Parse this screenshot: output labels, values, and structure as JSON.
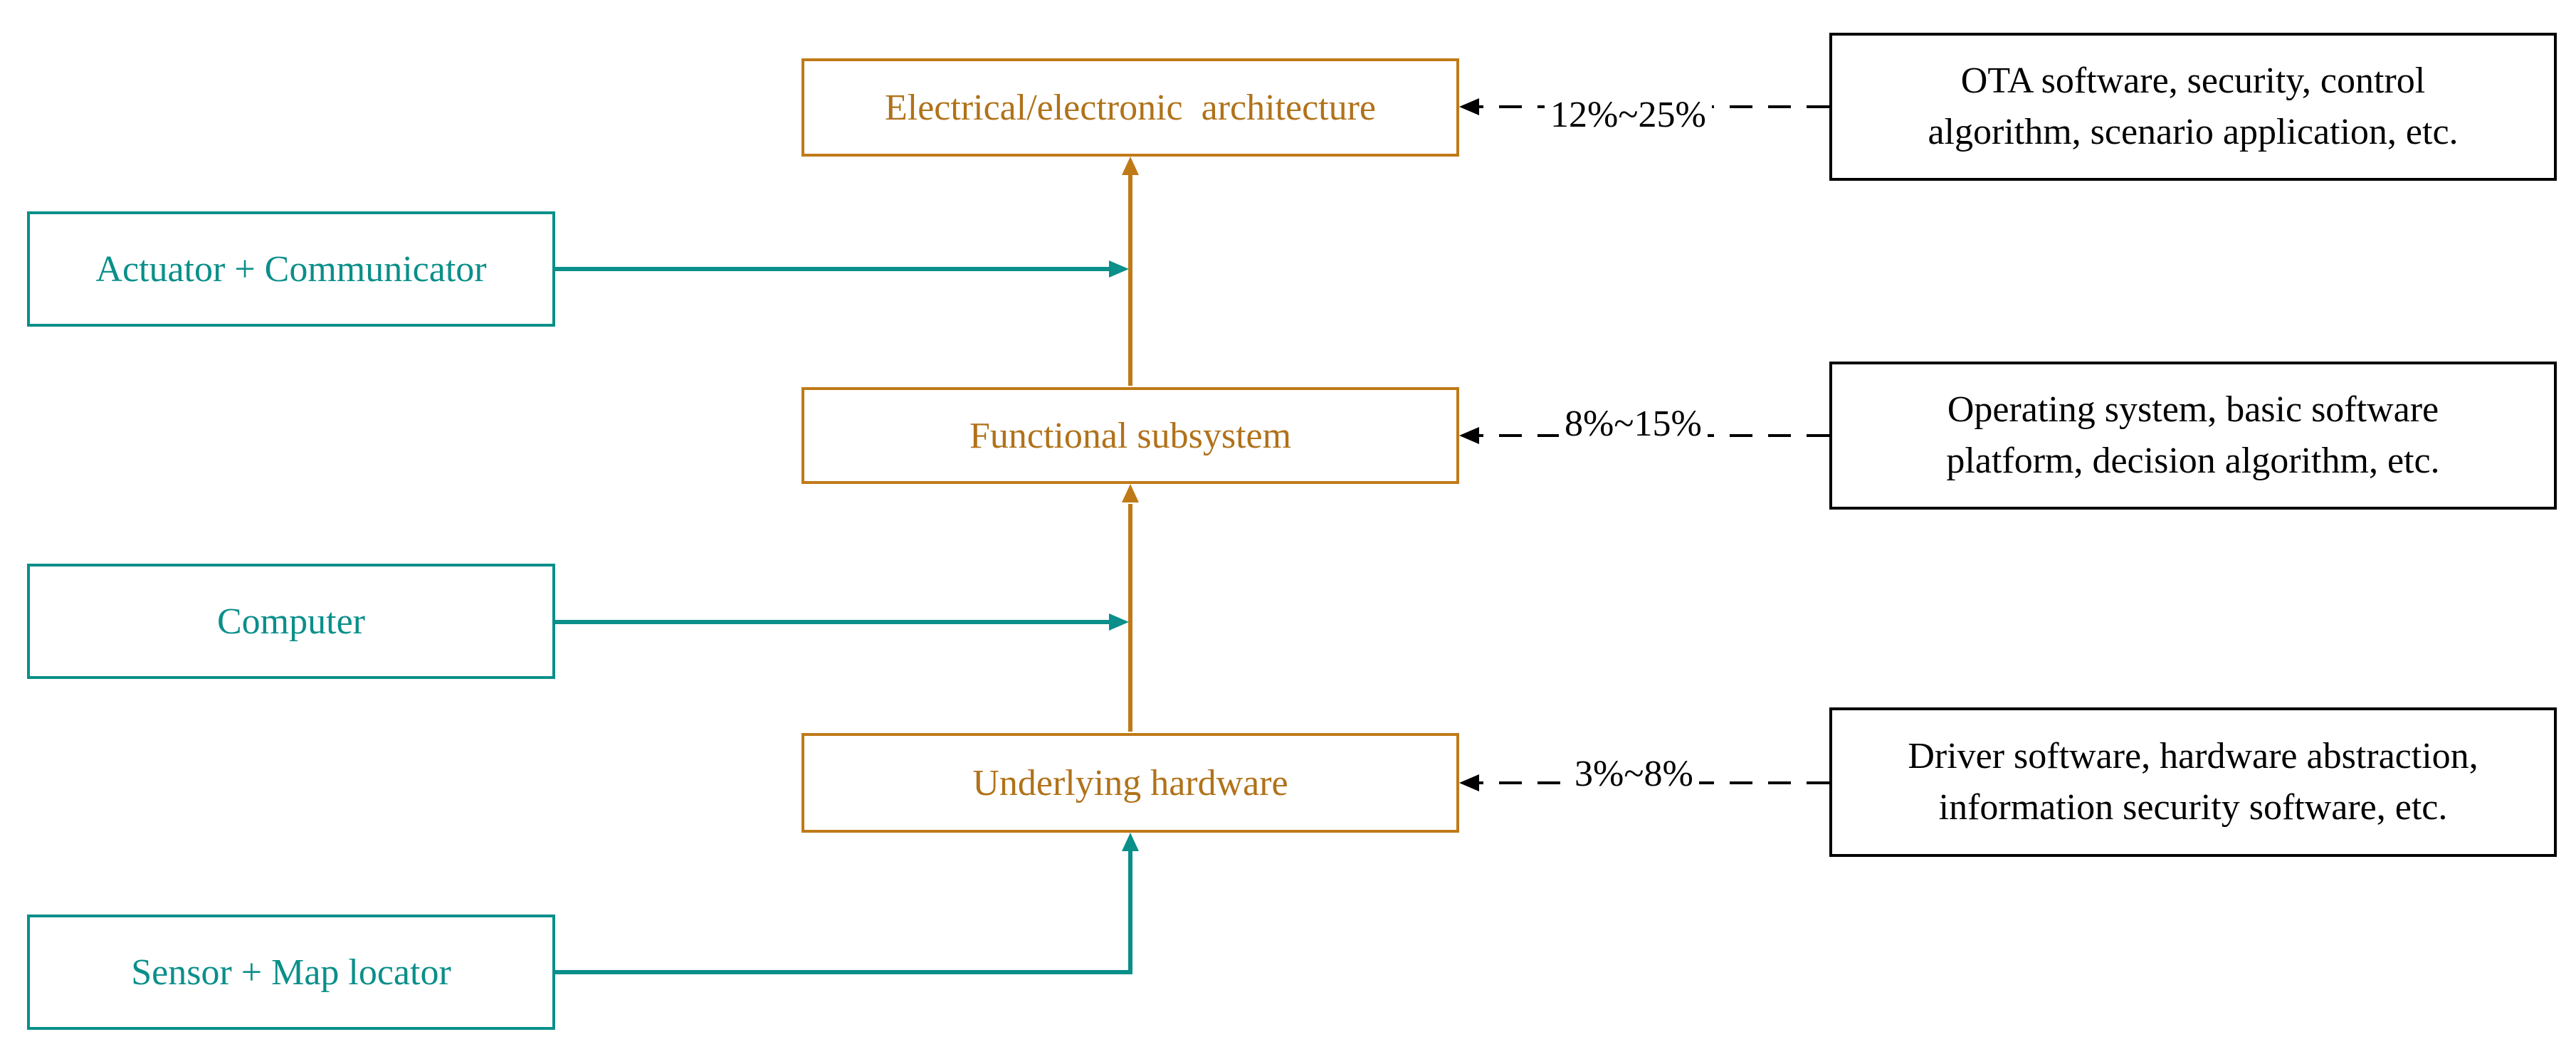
{
  "colors": {
    "teal": "#0a8f8a",
    "orange": "#bf7a17",
    "black": "#000000"
  },
  "left_components": [
    {
      "label": "Actuator + Communicator"
    },
    {
      "label": "Computer"
    },
    {
      "label": "Sensor + Map locator"
    }
  ],
  "layers": [
    {
      "label": "Electrical/electronic  architecture"
    },
    {
      "label": "Functional subsystem"
    },
    {
      "label": "Underlying hardware"
    }
  ],
  "percentages": [
    {
      "label": "12%~25%"
    },
    {
      "label": "8%~15%"
    },
    {
      "label": "3%~8%"
    }
  ],
  "software": [
    {
      "line1": "OTA software, security, control",
      "line2": "algorithm, scenario application, etc."
    },
    {
      "line1": "Operating system, basic software",
      "line2": "platform, decision algorithm, etc."
    },
    {
      "line1": "Driver software, hardware abstraction,",
      "line2": "information security software, etc."
    }
  ]
}
